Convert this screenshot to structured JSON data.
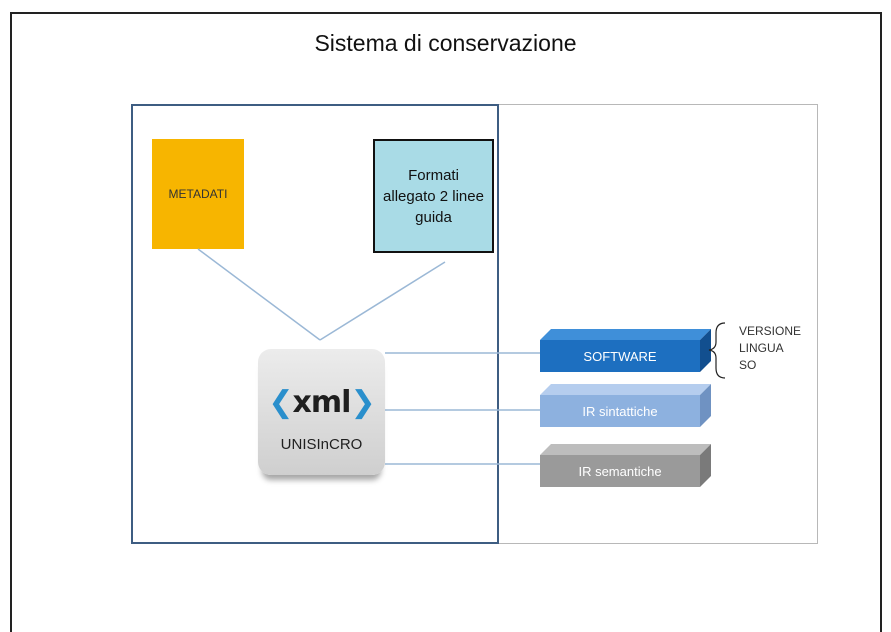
{
  "title": "Sistema di conservazione",
  "metadati_label": "METADATI",
  "formati_label": "Formati allegato 2 linee guida",
  "xml_logo": {
    "left": "❮",
    "text": "xml",
    "right": "❯"
  },
  "xml_name": "UNISInCRO",
  "components": [
    {
      "label": "SOFTWARE",
      "color": "#1d6fc0"
    },
    {
      "label": "IR sintattiche",
      "color": "#8db1df"
    },
    {
      "label": "IR semantiche",
      "color": "#9a9a9a"
    }
  ],
  "software_properties": [
    "VERSIONE",
    "LINGUA",
    "SO"
  ],
  "colors": {
    "metadati": "#f7b500",
    "formati": "#a9dbe6",
    "inner_border": "#3e5d82",
    "connector": "#9bb8d6"
  }
}
